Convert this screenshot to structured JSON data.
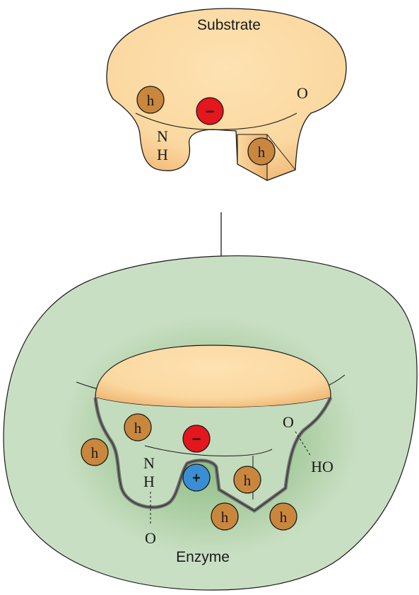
{
  "colors": {
    "substrate_fill": "#fbd8a0",
    "substrate_shadow": "#f2b870",
    "enzyme_fill": "#c9dfc3",
    "enzyme_shadow": "#8fbf8a",
    "pocket_line": "#707070",
    "hydrophobic_fill": "#c9873e",
    "negative_fill": "#e4161e",
    "positive_fill": "#3a8fd4",
    "outline": "#1a1a1a"
  },
  "icons": {
    "arrow": "arrow-down",
    "hydrophobic": "hydrophobic-circle",
    "negative": "negative-charge-circle",
    "positive": "positive-charge-circle"
  },
  "substrate": {
    "title": "Substrate",
    "hydrophobic_label": "h",
    "negative_label": "−",
    "oxygen_label": "O",
    "n_label": "N",
    "h_label": "H"
  },
  "enzyme": {
    "title": "Enzyme",
    "hydrophobic_label": "h",
    "negative_label": "−",
    "positive_label": "+",
    "oxygen_top_label": "O",
    "ho_label": "HO",
    "n_label": "N",
    "h_label": "H",
    "oxygen_bottom_label": "O"
  }
}
